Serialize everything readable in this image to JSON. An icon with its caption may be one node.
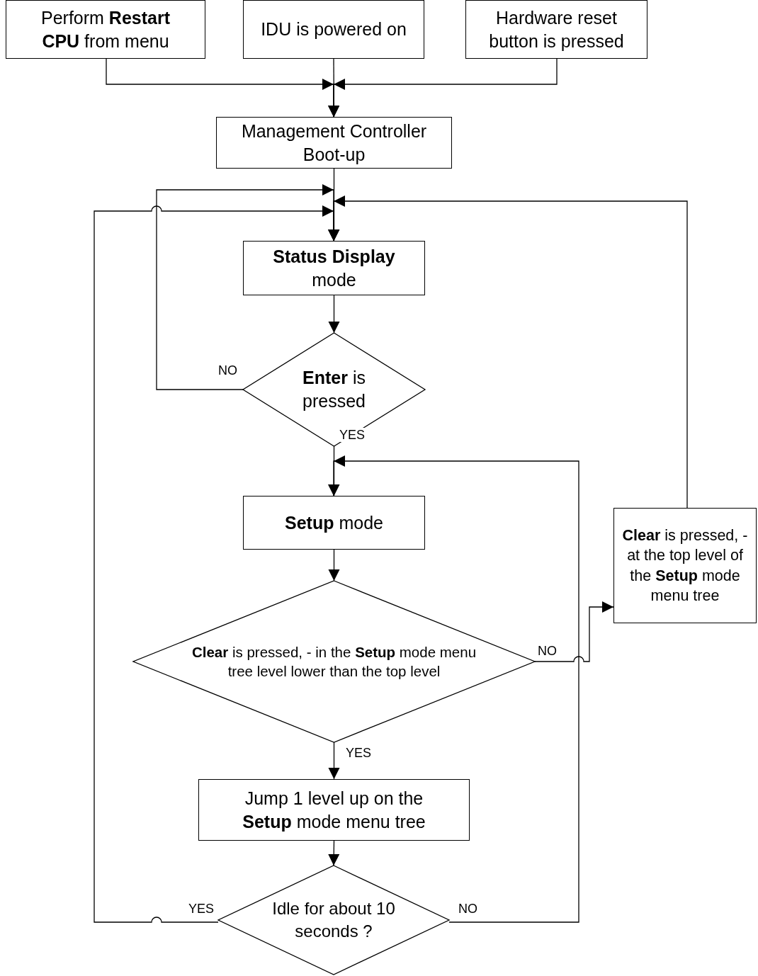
{
  "diagram": {
    "nodes": [
      {
        "text": [
          "Perform **Restart CPU** from menu"
        ]
      },
      {
        "text": [
          "IDU is powered on"
        ]
      },
      {
        "text": [
          "Hardware reset button is pressed"
        ]
      },
      {
        "text": [
          "Management Controller Boot-up"
        ]
      },
      {
        "text": [
          "**Status Display** mode"
        ]
      },
      {
        "text": [
          "**Enter** is pressed"
        ]
      },
      {
        "text": [
          "**Setup** mode"
        ]
      },
      {
        "text": [
          "**Clear** is pressed, - in the **Setup** mode menu tree level lower than the top level"
        ]
      },
      {
        "text": [
          "Jump 1 level up on the **Setup** mode menu tree"
        ]
      },
      {
        "text": [
          "Idle for about 10 seconds ?"
        ]
      },
      {
        "text": [
          "**Clear** is pressed, - at the top level of the **Setup** mode menu tree"
        ]
      }
    ],
    "edges": [
      {
        "from": 0,
        "to": 3,
        "arrow": "to"
      },
      {
        "from": 1,
        "to": 3,
        "arrow": "to"
      },
      {
        "from": 2,
        "to": 3,
        "arrow": "to"
      },
      {
        "from": 3,
        "to": 4,
        "arrow": "to"
      },
      {
        "from": 4,
        "to": 5,
        "arrow": "to"
      },
      {
        "from": 5,
        "to": 4,
        "arrow": "to",
        "label": "NO"
      },
      {
        "from": 5,
        "to": 6,
        "arrow": "to",
        "label": "YES"
      },
      {
        "from": 6,
        "to": 7,
        "arrow": "to"
      },
      {
        "from": 7,
        "to": 10,
        "arrow": "to",
        "label": "NO"
      },
      {
        "from": 10,
        "to": 4,
        "arrow": "to"
      },
      {
        "from": 7,
        "to": 8,
        "arrow": "to",
        "label": "YES"
      },
      {
        "from": 8,
        "to": 9,
        "arrow": "to"
      },
      {
        "from": 9,
        "to": 4,
        "arrow": "to",
        "label": "YES"
      },
      {
        "from": 9,
        "to": 6,
        "arrow": "to",
        "label": "NO"
      }
    ]
  }
}
